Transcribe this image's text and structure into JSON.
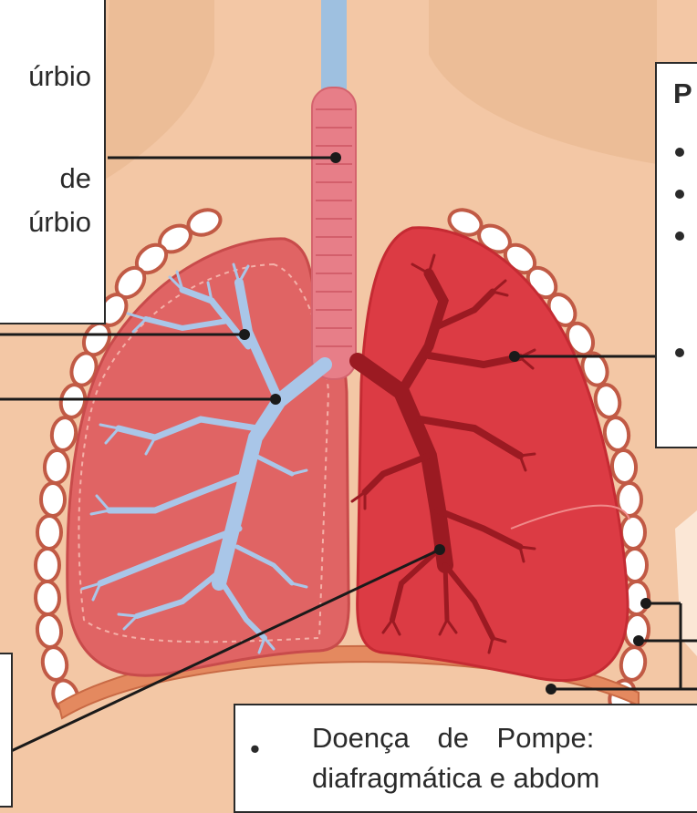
{
  "labels": {
    "top_left_line1": "úrbio",
    "top_left_line2": "de",
    "top_left_line3": "úrbio",
    "top_right_heading": "P",
    "bottom_bullet": "•",
    "bottom_line1": "Doença de Pompe:",
    "bottom_line2": "diafragmática e abdom"
  },
  "colors": {
    "background": "#f3c7a5",
    "trachea_upper": "#9ec0e0",
    "trachea": "#e77e88",
    "lung_left": "#e06464",
    "lung_right": "#dc3b44",
    "bronchi_left": "#a9c6e8",
    "bronchi_right": "#9b1a22",
    "ribs": "#ffffff",
    "diaphragm": "#e4895f",
    "line": "#1a1a1a"
  }
}
